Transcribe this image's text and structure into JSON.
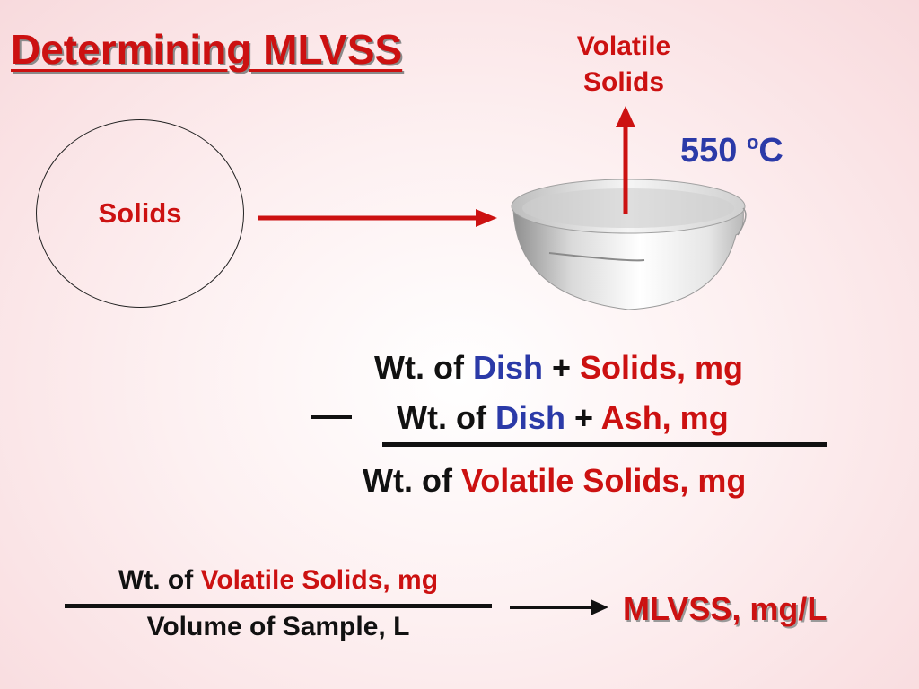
{
  "title": "Determining MLVSS",
  "volatile_label": {
    "line1": "Volatile",
    "line2": "Solids"
  },
  "temperature": {
    "value": "550 ",
    "superscript": "o",
    "unit": "C"
  },
  "circle_label": "Solids",
  "equation": {
    "line1": {
      "prefix": "Wt. of ",
      "dish": "Dish",
      "plus": " + ",
      "item": "Solids, mg"
    },
    "line2": {
      "prefix": "Wt. of ",
      "dish": "Dish",
      "plus": " + ",
      "item": "Ash, mg"
    },
    "result": {
      "prefix": "Wt. of ",
      "item": "Volatile Solids, mg"
    }
  },
  "fraction": {
    "numerator_prefix": "Wt. of ",
    "numerator_item": "Volatile Solids, mg",
    "denominator": "Volume of Sample, L"
  },
  "result_label": "MLVSS, mg/L",
  "colors": {
    "red": "#cc1111",
    "blue": "#2b3aa8",
    "black": "#111111"
  }
}
